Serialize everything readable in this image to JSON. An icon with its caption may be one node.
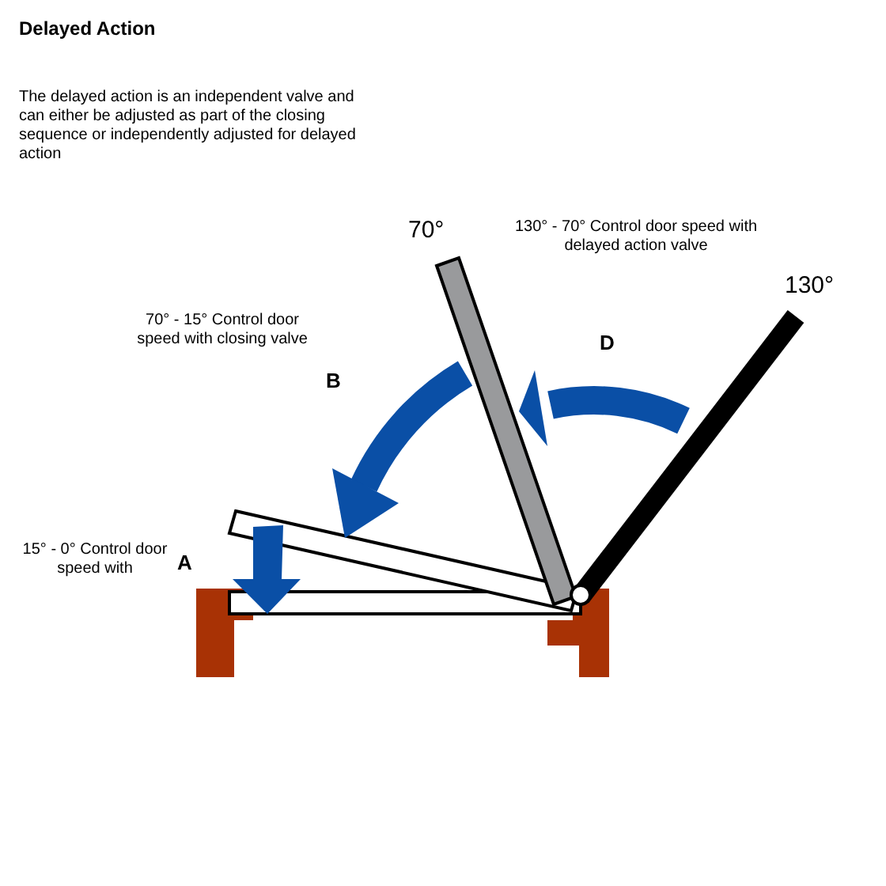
{
  "diagram": {
    "title": "Delayed Action",
    "labels": [
      "The delayed action is an independent valve and can either be adjusted as part of the closing sequence or independently adjusted for delayed action",
      "70°",
      "130° - 70° Control door speed with delayed action valve",
      "130°",
      "70° - 15° Control door speed with closing valve",
      "B",
      "D",
      "15° - 0° Control door speed with",
      "A"
    ]
  }
}
